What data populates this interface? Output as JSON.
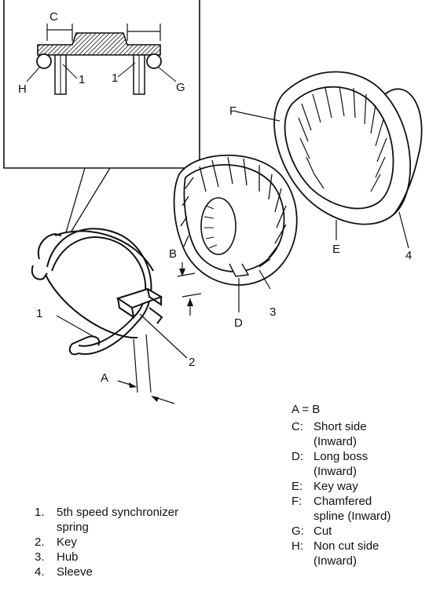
{
  "callouts": {
    "C": "C",
    "H": "H",
    "G": "G",
    "one_left": "1",
    "one_right": "1",
    "F": "F",
    "E": "E",
    "four": "4",
    "B": "B",
    "D": "D",
    "three": "3",
    "one_spring": "1",
    "two": "2",
    "A": "A"
  },
  "equation": "A = B",
  "parts": [
    {
      "num": "1.",
      "text": "5th speed synchronizer\nspring"
    },
    {
      "num": "2.",
      "text": "Key"
    },
    {
      "num": "3.",
      "text": "Hub"
    },
    {
      "num": "4.",
      "text": "Sleeve"
    }
  ],
  "notes": [
    {
      "key": "C:",
      "text": "Short side\n(Inward)"
    },
    {
      "key": "D:",
      "text": "Long boss\n(Inward)"
    },
    {
      "key": "E:",
      "text": "Key way"
    },
    {
      "key": "F:",
      "text": "Chamfered\nspline (Inward)"
    },
    {
      "key": "G:",
      "text": "Cut"
    },
    {
      "key": "H:",
      "text": "Non cut side\n(Inward)"
    }
  ]
}
